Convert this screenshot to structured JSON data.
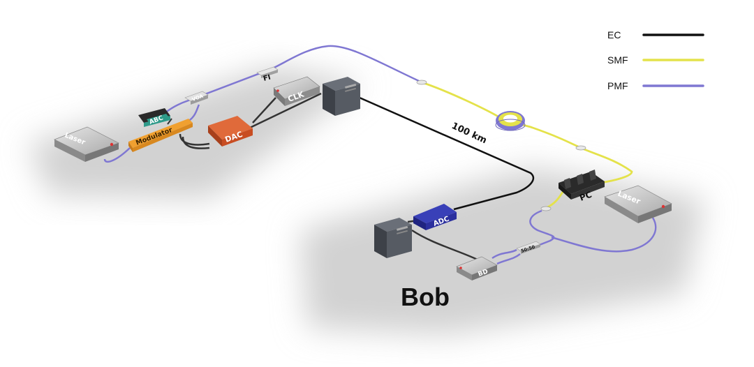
{
  "legend": {
    "items": [
      {
        "label": "EC",
        "color": "#111111"
      },
      {
        "label": "SMF",
        "color": "#e4e24a"
      },
      {
        "label": "PMF",
        "color": "#7f77d2"
      }
    ]
  },
  "nodes": {
    "laser_a": "Laser",
    "abc": "ABC",
    "modulator": "Modulator",
    "voa": "VOA",
    "fi": "FI",
    "clk": "CLK",
    "dac": "DAC",
    "distance": "100 km",
    "pc": "PC",
    "laser_b": "Laser",
    "adc": "ADC",
    "bd": "BD",
    "coupler": "50:50"
  },
  "site_label": "Bob",
  "colors": {
    "ec": "#111111",
    "smf": "#e4e24a",
    "pmf": "#7f77d2",
    "modulator": "#f0a030",
    "dac": "#e0592a",
    "adc": "#2b2f9e",
    "abc": "#2e9a8a"
  }
}
